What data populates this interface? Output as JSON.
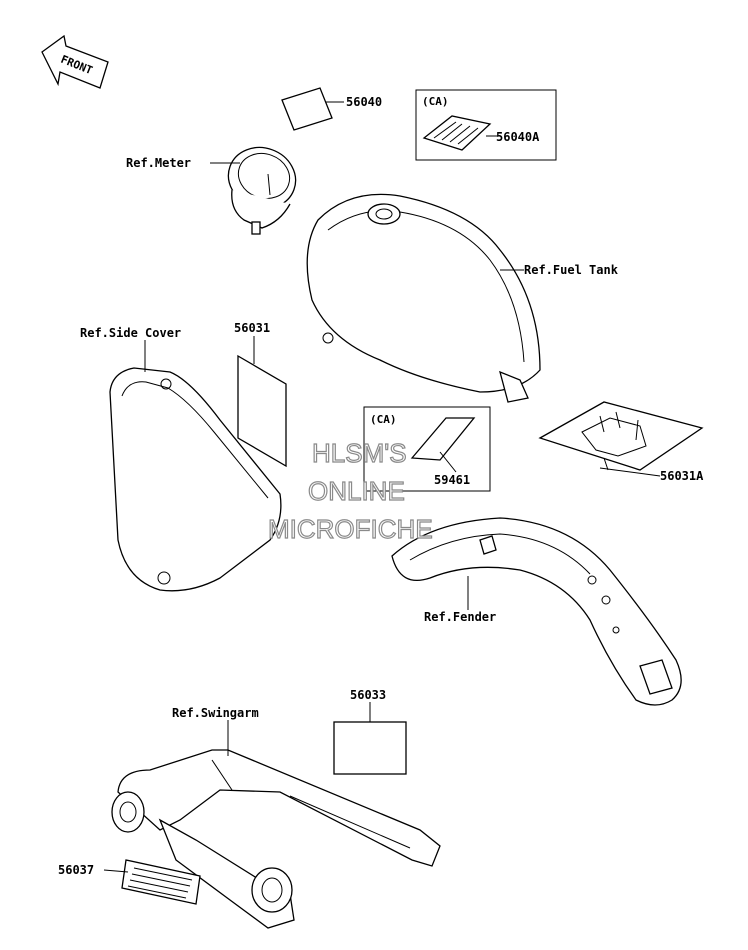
{
  "orientation": {
    "label": "FRONT"
  },
  "labels": {
    "p56040": "56040",
    "p56040a": "56040A",
    "ca1": "(CA)",
    "ca2": "(CA)",
    "ref_meter": "Ref.Meter",
    "ref_fuel_tank": "Ref.Fuel Tank",
    "ref_side_cover": "Ref.Side Cover",
    "p56031": "56031",
    "p59461": "59461",
    "p56031a": "56031A",
    "ref_fender": "Ref.Fender",
    "ref_swingarm": "Ref.Swingarm",
    "p56033": "56033",
    "p56037": "56037"
  },
  "watermark": {
    "line1": "HLSM'S",
    "line2": "ONLINE",
    "line3": "MICROFICHE"
  }
}
